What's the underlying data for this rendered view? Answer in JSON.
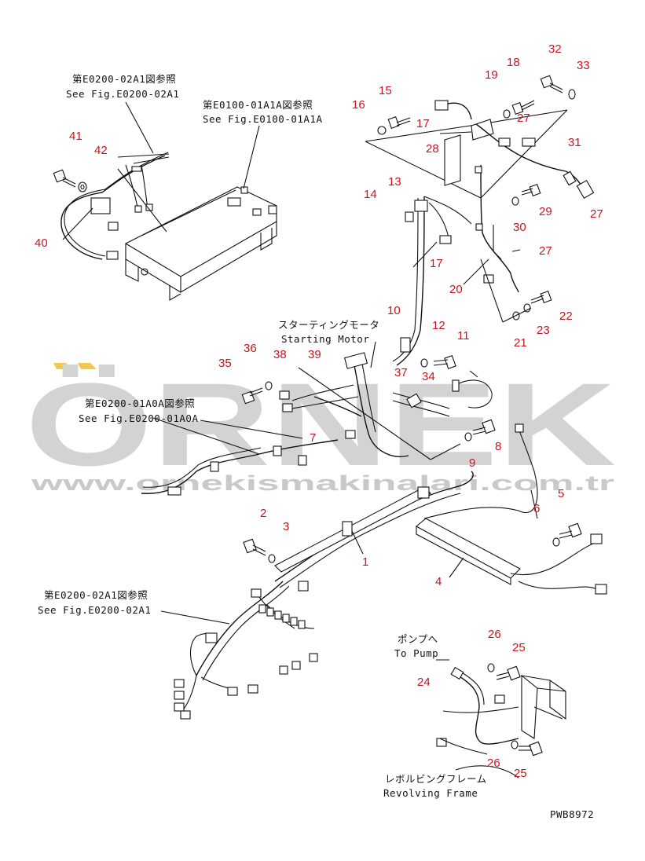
{
  "watermark": {
    "brand": "ÖRNEK",
    "url": "www.ornekismakinalari.com.tr",
    "brand_color": "#c8c8c8",
    "accent_color": "#f2c23a"
  },
  "references": {
    "fig_02a1_top_jp": "第E0200-02A1図参照",
    "fig_02a1_top_en": "See Fig.E0200-02A1",
    "fig_01a1a_jp": "第E0100-01A1A図参照",
    "fig_01a1a_en": "See Fig.E0100-01A1A",
    "fig_01a0a_jp": "第E0200-01A0A図参照",
    "fig_01a0a_en": "See Fig.E0200-01A0A",
    "fig_02a1_bottom_jp": "第E0200-02A1図参照",
    "fig_02a1_bottom_en": "See Fig.E0200-02A1",
    "starting_motor_jp": "スターティングモータ",
    "starting_motor_en": "Starting Motor",
    "to_pump_jp": "ポンプへ",
    "to_pump_en": "To Pump",
    "revolving_frame_jp": "レボルビングフレーム",
    "revolving_frame_en": "Revolving Frame",
    "drawing_code": "PWB8972"
  },
  "callouts": {
    "c1": "1",
    "c2": "2",
    "c3": "3",
    "c4": "4",
    "c5": "5",
    "c6": "6",
    "c7": "7",
    "c8": "8",
    "c9": "9",
    "c10": "10",
    "c11": "11",
    "c12": "12",
    "c13": "13",
    "c14": "14",
    "c15": "15",
    "c16": "16",
    "c17a": "17",
    "c17b": "17",
    "c18": "18",
    "c19": "19",
    "c20": "20",
    "c21": "21",
    "c22": "22",
    "c23": "23",
    "c24": "24",
    "c25a": "25",
    "c25b": "25",
    "c26a": "26",
    "c26b": "26",
    "c27a": "27",
    "c27b": "27",
    "c27c": "27",
    "c28": "28",
    "c29": "29",
    "c30": "30",
    "c31": "31",
    "c32": "32",
    "c33": "33",
    "c34": "34",
    "c35": "35",
    "c36": "36",
    "c37": "37",
    "c38": "38",
    "c39": "39",
    "c40": "40",
    "c41": "41",
    "c42": "42"
  }
}
